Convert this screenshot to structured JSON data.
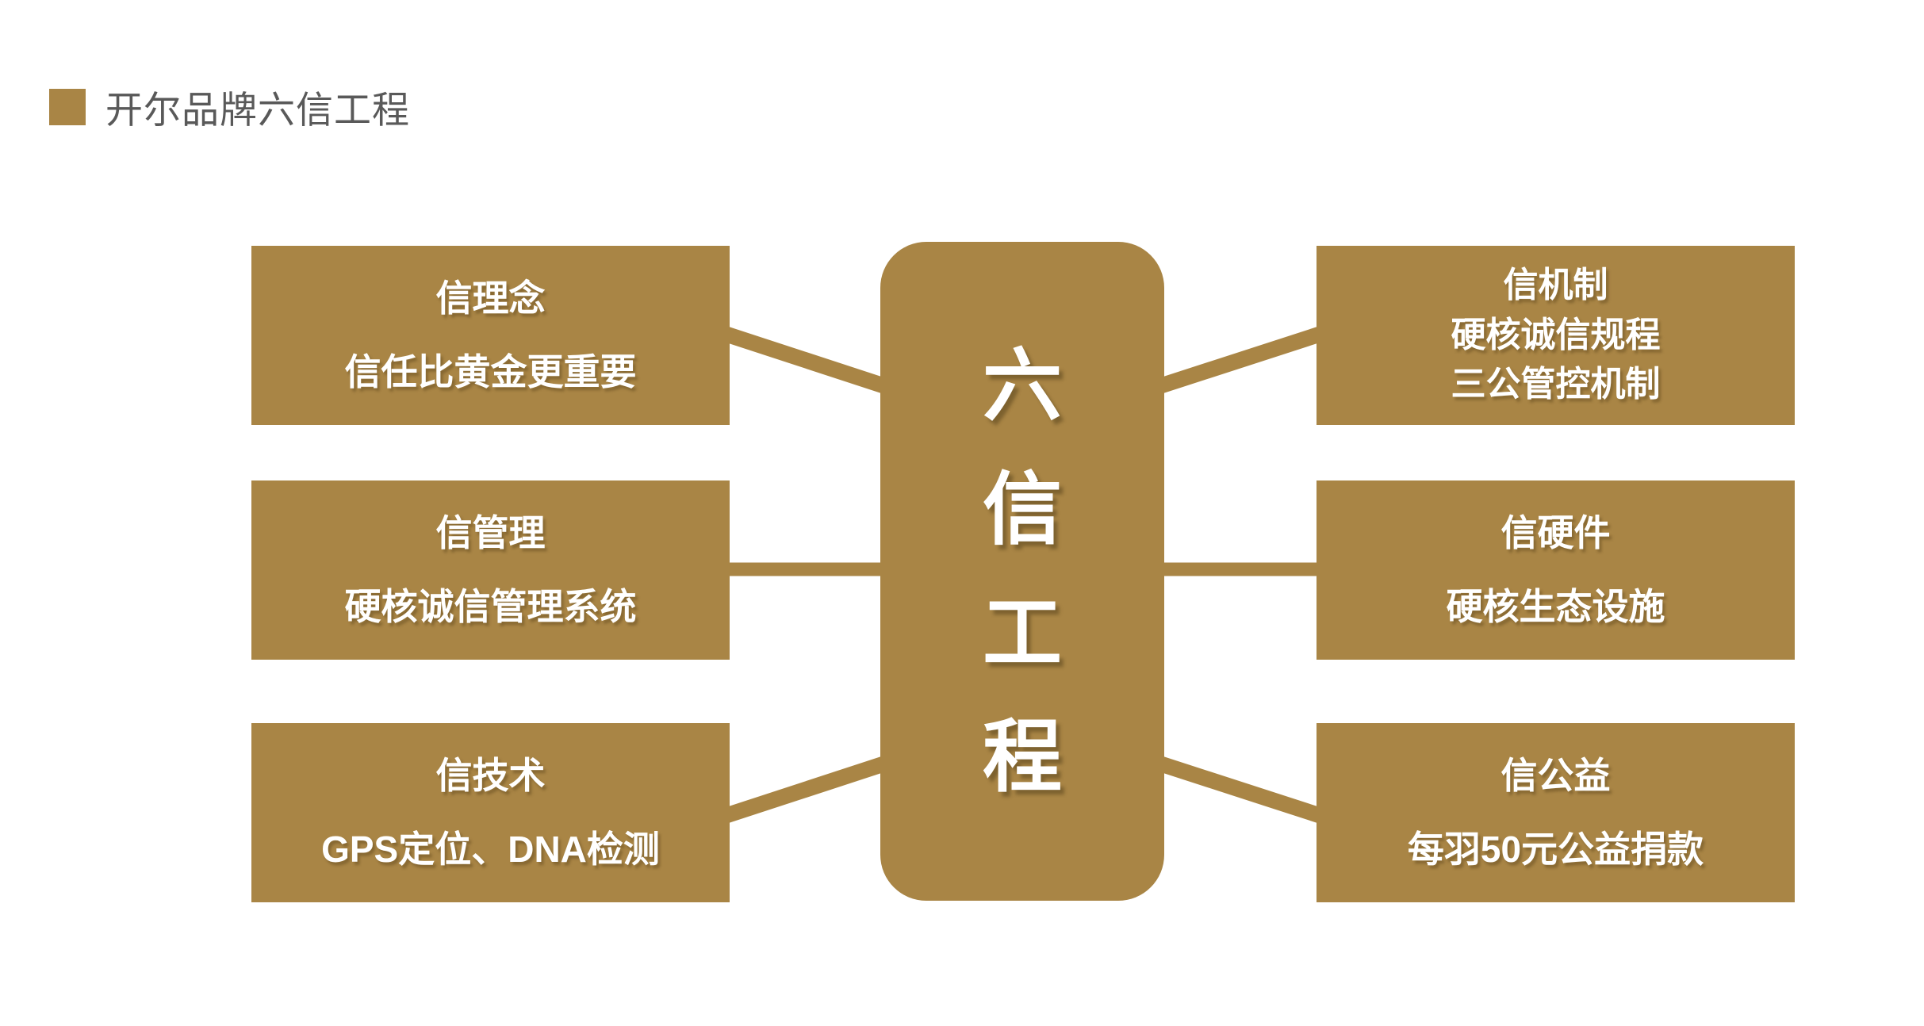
{
  "colors": {
    "accent_gold": "#A98545",
    "title_text": "#595959",
    "box_text": "#FFFFFF",
    "background": "#FFFFFF"
  },
  "header": {
    "title": "开尔品牌六信工程"
  },
  "center": {
    "label": "六信工程",
    "chars": [
      "六",
      "信",
      "工",
      "程"
    ]
  },
  "left_boxes": [
    {
      "title": "信理念",
      "lines": [
        "信任比黄金更重要"
      ]
    },
    {
      "title": "信管理",
      "lines": [
        "硬核诚信管理系统"
      ]
    },
    {
      "title": "信技术",
      "lines": [
        "GPS定位、DNA检测"
      ]
    }
  ],
  "right_boxes": [
    {
      "title": "信机制",
      "lines": [
        "硬核诚信规程",
        "三公管控机制"
      ]
    },
    {
      "title": "信硬件",
      "lines": [
        "硬核生态设施"
      ]
    },
    {
      "title": "信公益",
      "lines": [
        "每羽50元公益捐款"
      ]
    }
  ]
}
